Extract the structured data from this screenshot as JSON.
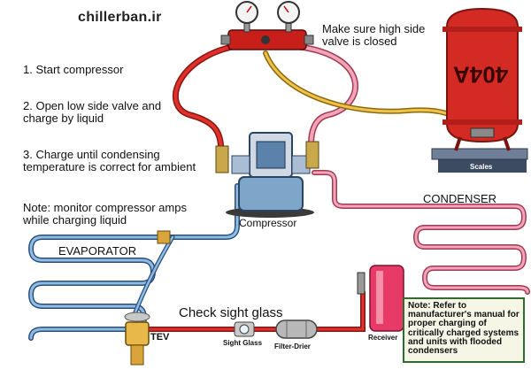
{
  "watermark": "chillerban.ir",
  "steps": {
    "step1": "1. Start compressor",
    "step2": "2. Open low side valve and charge by liquid",
    "step3": "3. Charge until condensing temperature is correct for ambient",
    "note": "Note: monitor compressor amps while charging liquid"
  },
  "manifold_note": "Make sure high side valve is closed",
  "components": {
    "compressor": "Compressor",
    "condenser": "CONDENSER",
    "evaporator": "EVAPORATOR",
    "tev": "TEV",
    "sight_glass": "Sight Glass",
    "filter_drier": "Filter-Drier",
    "receiver": "Receiver",
    "scales": "Scales",
    "cylinder": "404A"
  },
  "check_sight_glass": "Check sight glass",
  "manual_note": "Note: Refer to manufacturer's manual for proper charging of critically charged systems and units with flooded condensers",
  "colors": {
    "liquid_line": "#d9221e",
    "discharge_line": "#e8849e",
    "suction_line": "#6fa5cf",
    "cylinder": "#d42a24",
    "receiver": "#e83a66",
    "note_border": "#2f6b2f"
  }
}
